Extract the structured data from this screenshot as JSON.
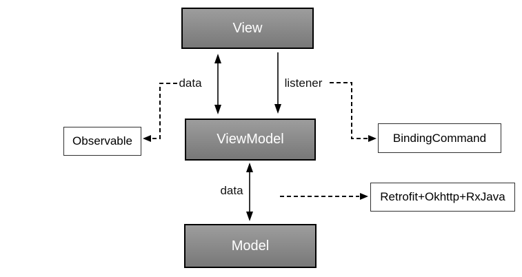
{
  "diagram": {
    "title_implicit": "MVVM architecture diagram",
    "nodes": {
      "view": {
        "label": "View"
      },
      "viewmodel": {
        "label": "ViewModel"
      },
      "model": {
        "label": "Model"
      },
      "observable": {
        "label": "Observable"
      },
      "binding_command": {
        "label": "BindingCommand"
      },
      "retrofit": {
        "label": "Retrofit+Okhttp+RxJava"
      }
    },
    "edge_labels": {
      "view_viewmodel_data": "data",
      "view_viewmodel_listener": "listener",
      "viewmodel_model_data": "data"
    },
    "colors": {
      "node_fill_top": "#9d9d9d",
      "node_fill_bottom": "#787878",
      "node_border": "#000000",
      "node_text": "#ffffff",
      "plain_box_background": "#ffffff",
      "plain_box_border": "#2f2f2f",
      "line": "#000000",
      "background": "#ffffff"
    }
  }
}
